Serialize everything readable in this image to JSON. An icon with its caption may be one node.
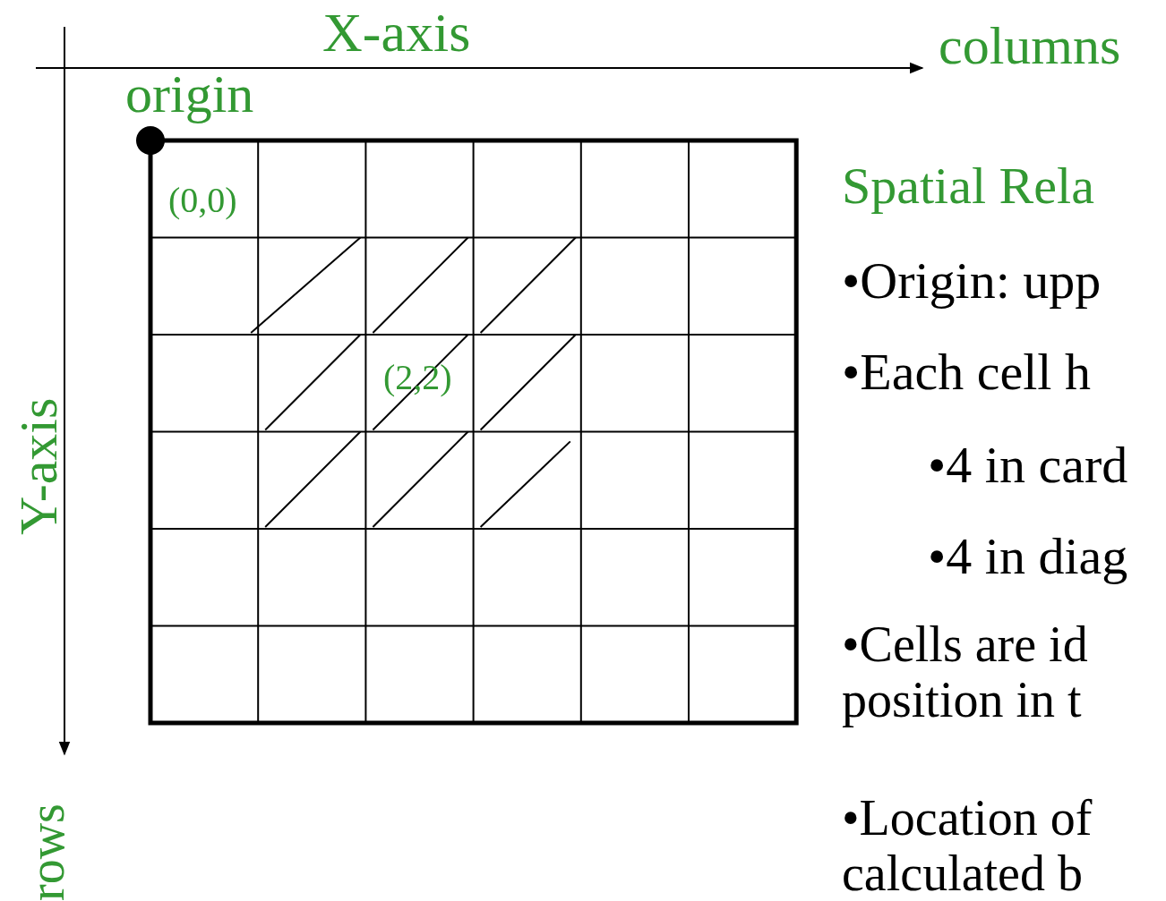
{
  "diagram": {
    "labels": [
      "X-axis",
      "columns",
      "origin",
      "Y-axis",
      "rows",
      "(0,0)",
      "(2,2)",
      "Spatial Rela",
      "•Origin: upp",
      "•Each cell h",
      "•4 in card",
      "•4 in diag",
      "•Cells are id position in t",
      "•Location of calculated b"
    ]
  }
}
